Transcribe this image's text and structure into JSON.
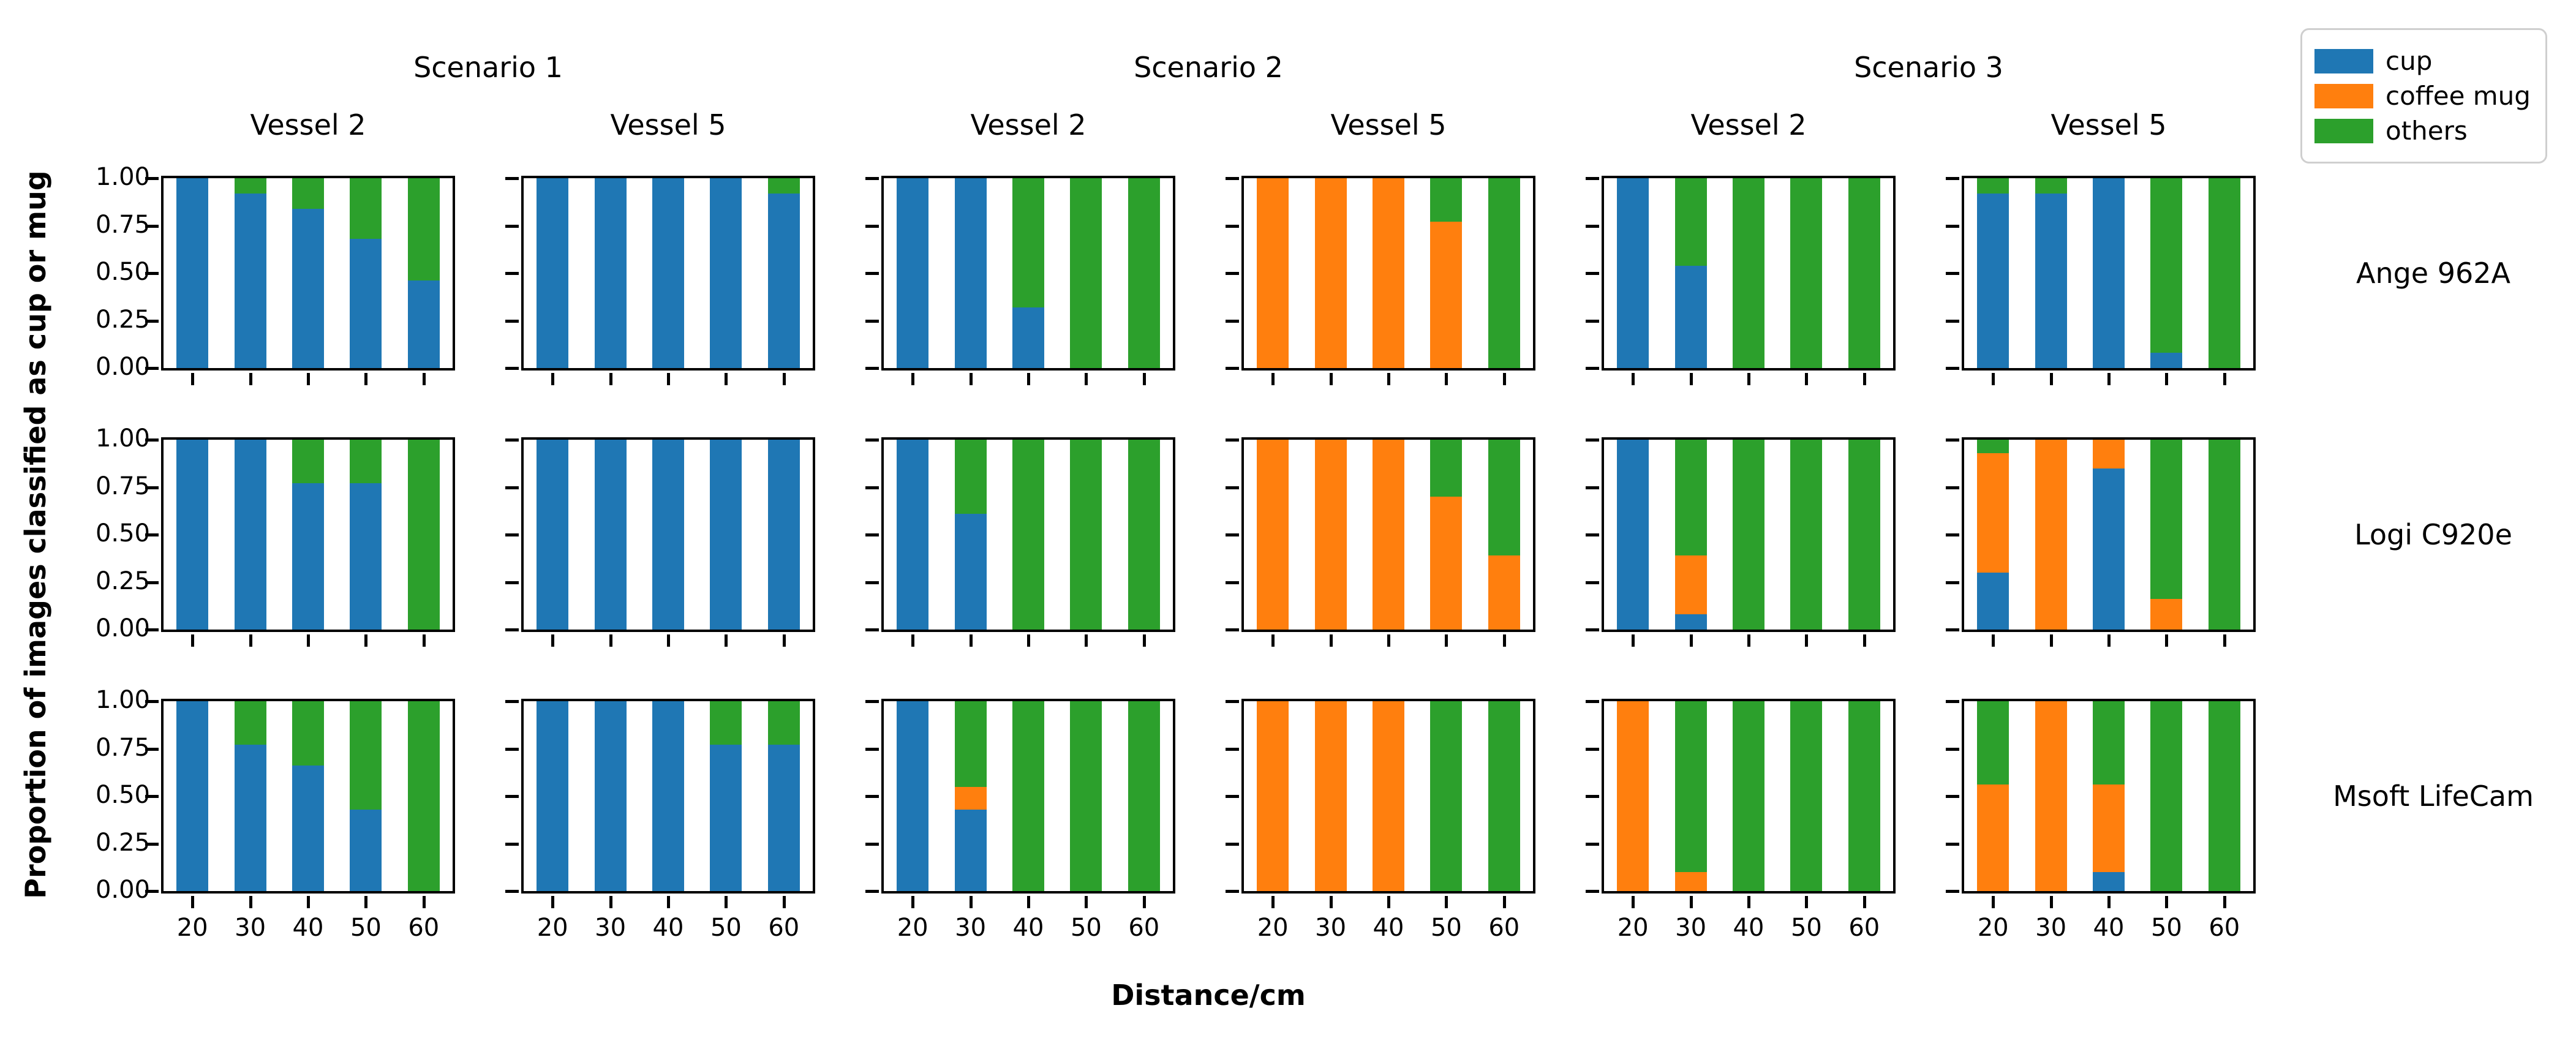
{
  "figure": {
    "y_axis_label": "Proportion of images classified as cup or mug",
    "x_axis_label": "Distance/cm",
    "background_color": "#ffffff"
  },
  "legend": {
    "items": [
      {
        "label": "cup",
        "color": "#1f77b4"
      },
      {
        "label": "coffee mug",
        "color": "#ff7f0e"
      },
      {
        "label": "others",
        "color": "#2ca02c"
      }
    ]
  },
  "chart_data": {
    "type": "bar",
    "stacked": true,
    "grid": false,
    "x_ticks": [
      "20",
      "30",
      "40",
      "50",
      "60"
    ],
    "y_ticks": [
      "1.00",
      "0.75",
      "0.50",
      "0.25",
      "0.00"
    ],
    "y_range": [
      0,
      1
    ],
    "scenarios": [
      "Scenario 1",
      "Scenario 2",
      "Scenario 3"
    ],
    "vessels": [
      "Vessel 2",
      "Vessel 5"
    ],
    "cameras": [
      "Ange 962A",
      "Logi C920e",
      "Msoft LifeCam"
    ],
    "series_order": [
      "cup",
      "coffee_mug",
      "others"
    ],
    "series_colors": {
      "cup": "#1f77b4",
      "coffee_mug": "#ff7f0e",
      "others": "#2ca02c"
    },
    "panels": [
      {
        "camera": "Ange 962A",
        "scenario": "Scenario 1",
        "vessel": "Vessel 2",
        "cup": [
          1.0,
          0.92,
          0.84,
          0.68,
          0.46
        ],
        "coffee_mug": [
          0,
          0,
          0,
          0,
          0
        ],
        "others": [
          0,
          0.08,
          0.16,
          0.32,
          0.54
        ]
      },
      {
        "camera": "Ange 962A",
        "scenario": "Scenario 1",
        "vessel": "Vessel 5",
        "cup": [
          1.0,
          1.0,
          1.0,
          1.0,
          0.92
        ],
        "coffee_mug": [
          0,
          0,
          0,
          0,
          0
        ],
        "others": [
          0,
          0,
          0,
          0,
          0.08
        ]
      },
      {
        "camera": "Ange 962A",
        "scenario": "Scenario 2",
        "vessel": "Vessel 2",
        "cup": [
          1.0,
          1.0,
          0.32,
          0,
          0
        ],
        "coffee_mug": [
          0,
          0,
          0,
          0,
          0
        ],
        "others": [
          0,
          0,
          0.68,
          1.0,
          1.0
        ]
      },
      {
        "camera": "Ange 962A",
        "scenario": "Scenario 2",
        "vessel": "Vessel 5",
        "cup": [
          0,
          0,
          0,
          0,
          0
        ],
        "coffee_mug": [
          1.0,
          1.0,
          1.0,
          0.77,
          0
        ],
        "others": [
          0,
          0,
          0,
          0.23,
          1.0
        ]
      },
      {
        "camera": "Ange 962A",
        "scenario": "Scenario 3",
        "vessel": "Vessel 2",
        "cup": [
          1.0,
          0.54,
          0,
          0,
          0
        ],
        "coffee_mug": [
          0,
          0,
          0,
          0,
          0
        ],
        "others": [
          0,
          0.46,
          1.0,
          1.0,
          1.0
        ]
      },
      {
        "camera": "Ange 962A",
        "scenario": "Scenario 3",
        "vessel": "Vessel 5",
        "cup": [
          0.92,
          0.92,
          1.0,
          0.08,
          0
        ],
        "coffee_mug": [
          0,
          0,
          0,
          0,
          0
        ],
        "others": [
          0.08,
          0.08,
          0,
          0.92,
          1.0
        ]
      },
      {
        "camera": "Logi C920e",
        "scenario": "Scenario 1",
        "vessel": "Vessel 2",
        "cup": [
          1.0,
          1.0,
          0.77,
          0.77,
          0
        ],
        "coffee_mug": [
          0,
          0,
          0,
          0,
          0
        ],
        "others": [
          0,
          0,
          0.23,
          0.23,
          1.0
        ]
      },
      {
        "camera": "Logi C920e",
        "scenario": "Scenario 1",
        "vessel": "Vessel 5",
        "cup": [
          1.0,
          1.0,
          1.0,
          1.0,
          1.0
        ],
        "coffee_mug": [
          0,
          0,
          0,
          0,
          0
        ],
        "others": [
          0,
          0,
          0,
          0,
          0
        ]
      },
      {
        "camera": "Logi C920e",
        "scenario": "Scenario 2",
        "vessel": "Vessel 2",
        "cup": [
          1.0,
          0.61,
          0,
          0,
          0
        ],
        "coffee_mug": [
          0,
          0,
          0,
          0,
          0
        ],
        "others": [
          0,
          0.39,
          1.0,
          1.0,
          1.0
        ]
      },
      {
        "camera": "Logi C920e",
        "scenario": "Scenario 2",
        "vessel": "Vessel 5",
        "cup": [
          0,
          0,
          0,
          0,
          0
        ],
        "coffee_mug": [
          1.0,
          1.0,
          1.0,
          0.7,
          0.39
        ],
        "others": [
          0,
          0,
          0,
          0.3,
          0.61
        ]
      },
      {
        "camera": "Logi C920e",
        "scenario": "Scenario 3",
        "vessel": "Vessel 2",
        "cup": [
          1.0,
          0.08,
          0,
          0,
          0
        ],
        "coffee_mug": [
          0,
          0.31,
          0,
          0,
          0
        ],
        "others": [
          0,
          0.61,
          1.0,
          1.0,
          1.0
        ]
      },
      {
        "camera": "Logi C920e",
        "scenario": "Scenario 3",
        "vessel": "Vessel 5",
        "cup": [
          0.3,
          0,
          0.85,
          0,
          0
        ],
        "coffee_mug": [
          0.63,
          1.0,
          0.15,
          0.16,
          0
        ],
        "others": [
          0.07,
          0,
          0,
          0.84,
          1.0
        ]
      },
      {
        "camera": "Msoft LifeCam",
        "scenario": "Scenario 1",
        "vessel": "Vessel 2",
        "cup": [
          1.0,
          0.77,
          0.66,
          0.43,
          0
        ],
        "coffee_mug": [
          0,
          0,
          0,
          0,
          0
        ],
        "others": [
          0,
          0.23,
          0.34,
          0.57,
          1.0
        ]
      },
      {
        "camera": "Msoft LifeCam",
        "scenario": "Scenario 1",
        "vessel": "Vessel 5",
        "cup": [
          1.0,
          1.0,
          1.0,
          0.77,
          0.77
        ],
        "coffee_mug": [
          0,
          0,
          0,
          0,
          0
        ],
        "others": [
          0,
          0,
          0,
          0.23,
          0.23
        ]
      },
      {
        "camera": "Msoft LifeCam",
        "scenario": "Scenario 2",
        "vessel": "Vessel 2",
        "cup": [
          1.0,
          0.43,
          0,
          0,
          0
        ],
        "coffee_mug": [
          0,
          0.12,
          0,
          0,
          0
        ],
        "others": [
          0,
          0.45,
          1.0,
          1.0,
          1.0
        ]
      },
      {
        "camera": "Msoft LifeCam",
        "scenario": "Scenario 2",
        "vessel": "Vessel 5",
        "cup": [
          0,
          0,
          0,
          0,
          0
        ],
        "coffee_mug": [
          1.0,
          1.0,
          1.0,
          0,
          0
        ],
        "others": [
          0,
          0,
          0,
          1.0,
          1.0
        ]
      },
      {
        "camera": "Msoft LifeCam",
        "scenario": "Scenario 3",
        "vessel": "Vessel 2",
        "cup": [
          0,
          0,
          0,
          0,
          0
        ],
        "coffee_mug": [
          1.0,
          0.1,
          0,
          0,
          0
        ],
        "others": [
          0,
          0.9,
          1.0,
          1.0,
          1.0
        ]
      },
      {
        "camera": "Msoft LifeCam",
        "scenario": "Scenario 3",
        "vessel": "Vessel 5",
        "cup": [
          0,
          0,
          0.1,
          0,
          0
        ],
        "coffee_mug": [
          0.56,
          1.0,
          0.46,
          0,
          0
        ],
        "others": [
          0.44,
          0,
          0.44,
          1.0,
          1.0
        ]
      }
    ]
  }
}
